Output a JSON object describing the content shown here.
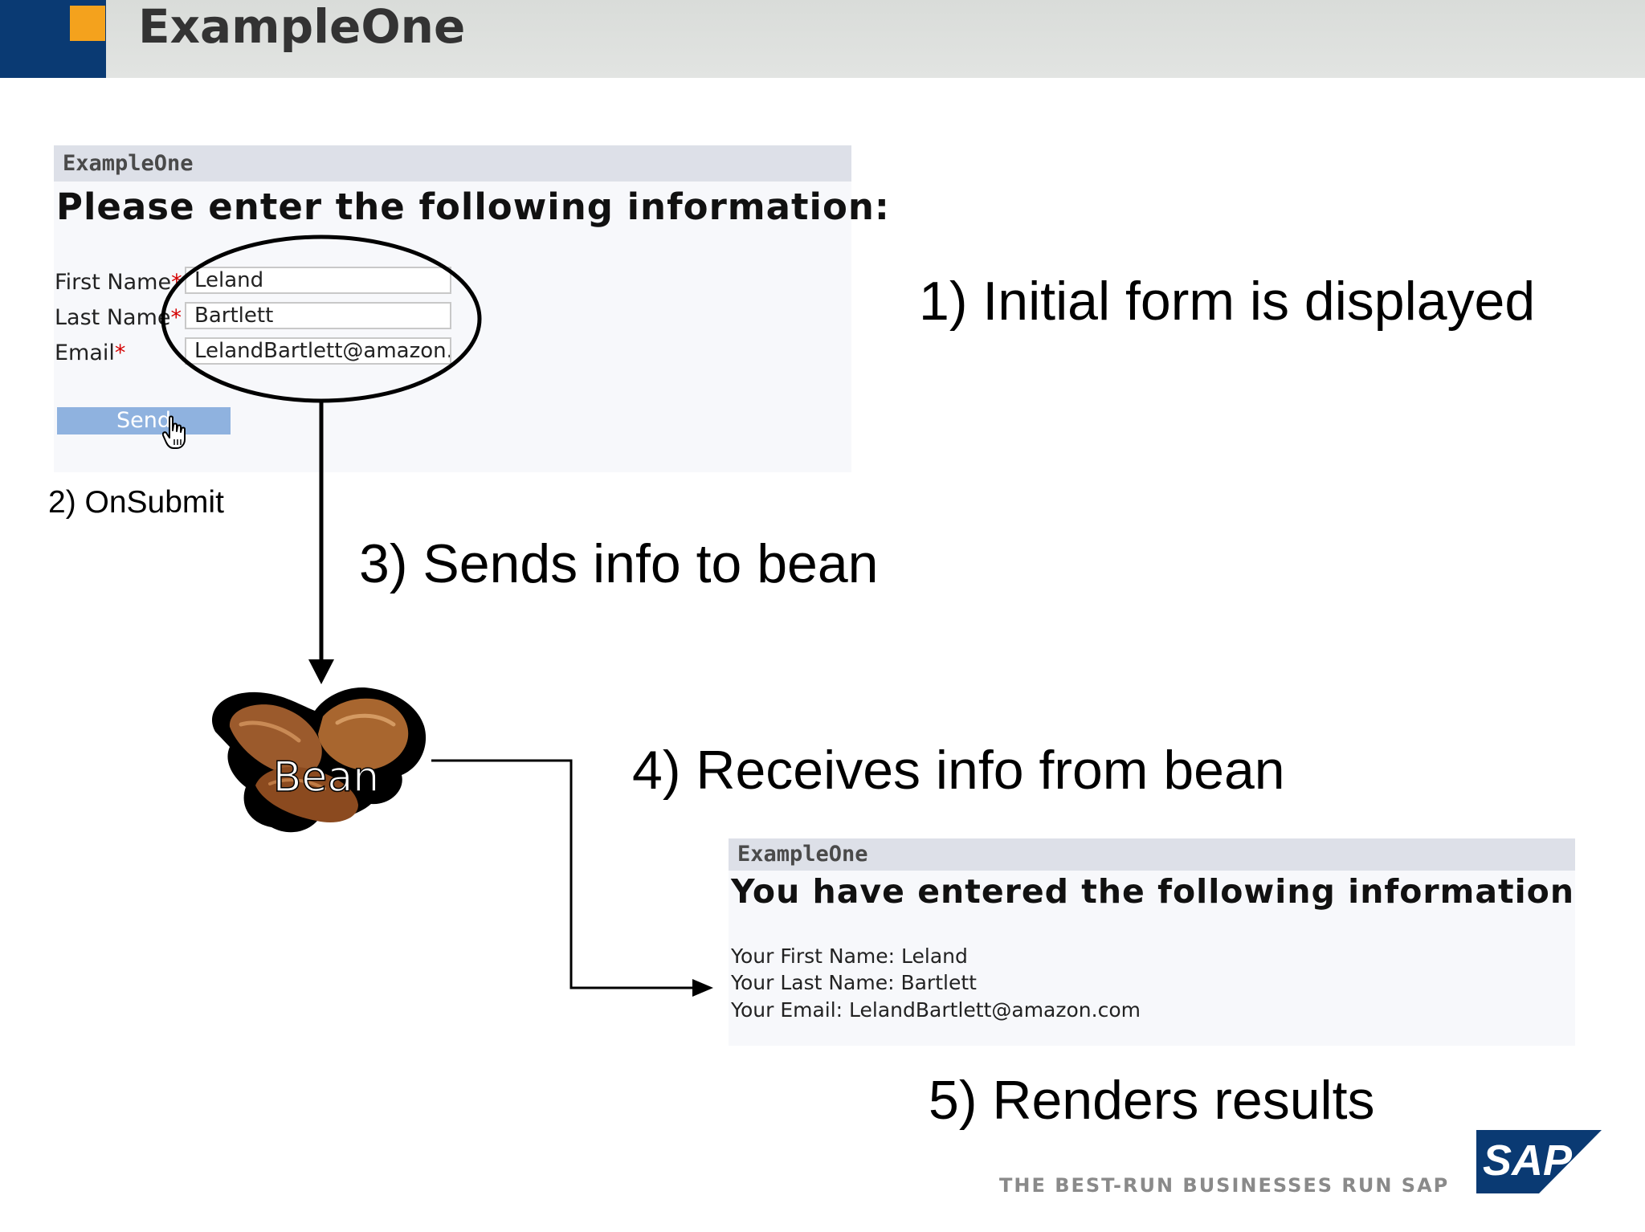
{
  "header": {
    "title": "ExampleOne",
    "colors": {
      "band": "#d9dcd9",
      "block": "#0a3a73",
      "accent": "#f4a21d"
    }
  },
  "form_screenshot": {
    "app_title": "ExampleOne",
    "heading": "Please enter the following information:",
    "fields": [
      {
        "label": "First Name",
        "required_mark": "*",
        "value": "Leland"
      },
      {
        "label": "Last Name",
        "required_mark": "*",
        "value": "Bartlett"
      },
      {
        "label": "Email",
        "required_mark": "*",
        "value": "LelandBartlett@amazon.c"
      }
    ],
    "submit_label": "Send",
    "cursor_icon": "hand-pointer-icon"
  },
  "steps": {
    "step1": "1)  Initial form is displayed",
    "step2": "2)  OnSubmit",
    "step3": "3) Sends info to bean",
    "step4": "4) Receives info from bean",
    "step5": "5) Renders results"
  },
  "bean": {
    "label": "Bean",
    "icon": "bean-icon",
    "color": "#8b4a1f"
  },
  "result_screenshot": {
    "app_title": "ExampleOne",
    "heading": "You have entered the following information",
    "lines": [
      "Your First Name: Leland",
      "Your Last Name: Bartlett",
      "Your Email: LelandBartlett@amazon.com"
    ]
  },
  "footer": {
    "tagline": "THE BEST-RUN BUSINESSES RUN SAP",
    "logo_text": "SAP",
    "logo_color": "#0a3a73"
  }
}
